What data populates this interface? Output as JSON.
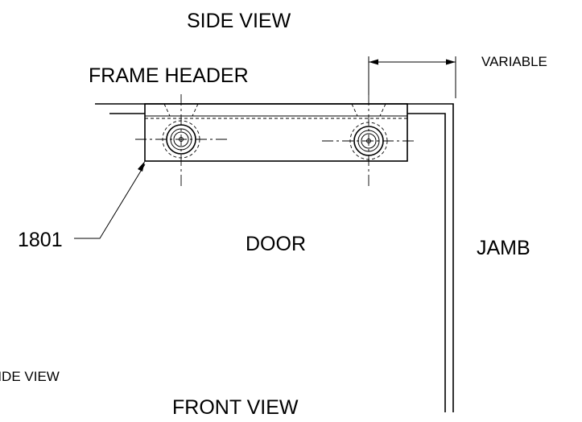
{
  "labels": {
    "side_view_top": "SIDE VIEW",
    "frame_header": "FRAME HEADER",
    "variable": "VARIABLE",
    "ref_number": "1801",
    "door": "DOOR",
    "jamb": "JAMB",
    "side_view_left": "SIDE VIEW",
    "front_view": "FRONT VIEW"
  }
}
